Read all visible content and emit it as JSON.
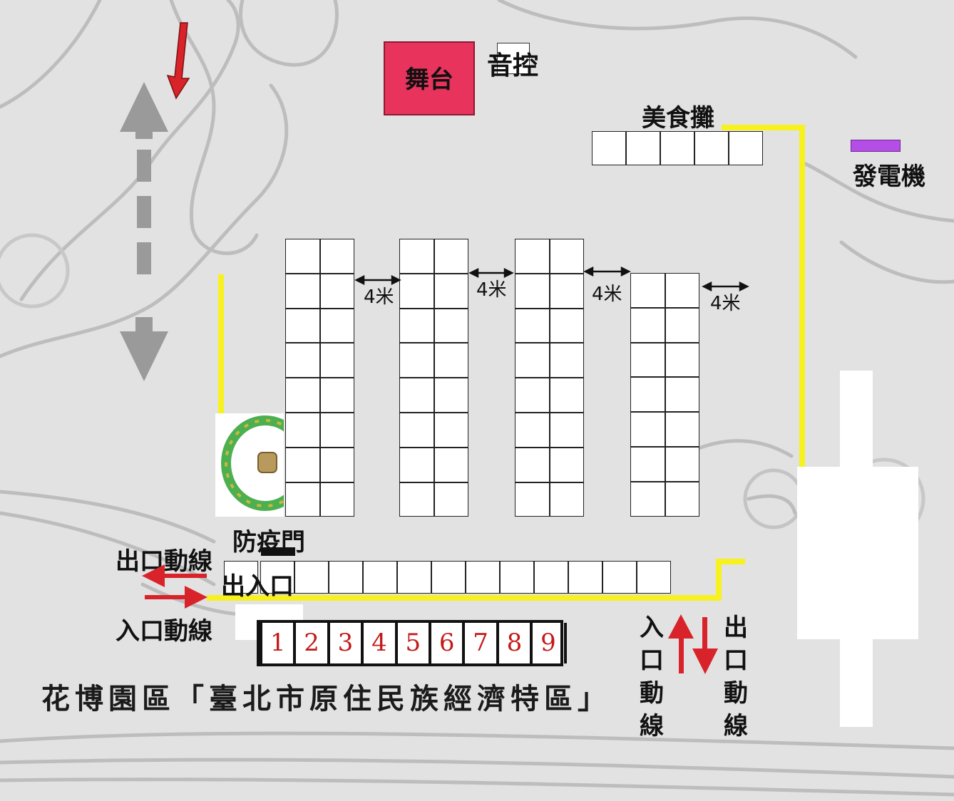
{
  "map": {
    "title": "花博園區「臺北市原住民族經濟特區」",
    "stage_label": "舞台",
    "sound_control_label": "音控",
    "food_stalls_label": "美食攤",
    "generator_label": "發電機",
    "gap_label": "4米",
    "epidemic_gate_label": "防疫門",
    "entrance_exit_label": "出入口",
    "exit_flow_label": "出口動線",
    "entry_flow_label": "入口動線",
    "entry_flow_vertical": [
      "入",
      "口",
      "動",
      "線"
    ],
    "exit_flow_vertical": [
      "出",
      "口",
      "動",
      "線"
    ],
    "numbered_stalls": [
      "1",
      "2",
      "3",
      "4",
      "5",
      "6",
      "7",
      "8",
      "9"
    ],
    "colors": {
      "walkway": "#f7f21f",
      "stage": "#e8335c",
      "generator": "#b44ee6",
      "arrow": "#d8232a",
      "stall_number": "#c41a1a"
    }
  }
}
